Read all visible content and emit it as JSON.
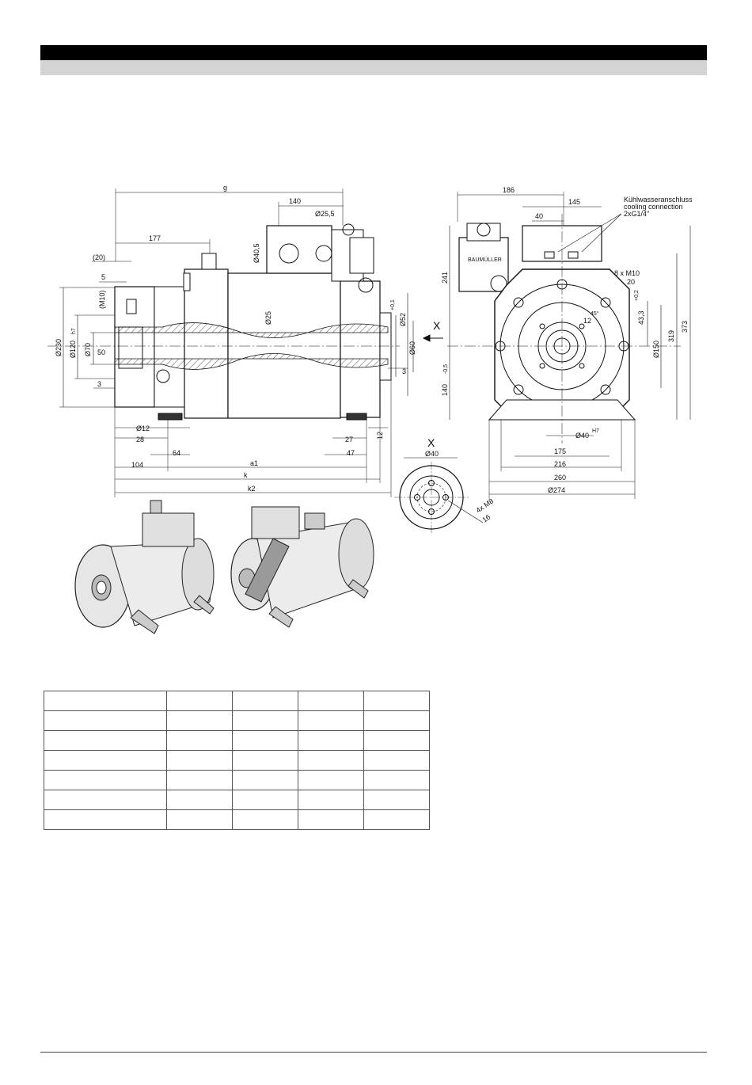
{
  "drawing": {
    "side_view": {
      "dims": {
        "g": "g",
        "d140": "140",
        "d25_5": "Ø25,5",
        "d40_5": "Ø40,5",
        "d177": "177",
        "d20": "(20)",
        "d5": "5",
        "m10": "(M10)",
        "d230": "Ø230",
        "d120": "Ø120",
        "tol120": "h7",
        "d70": "Ø70",
        "d50": "50",
        "d3a": "3",
        "d25": "Ø25",
        "d0_1": "+0,1",
        "d52": "Ø52",
        "d60": "Ø60",
        "d3b": "3",
        "d12a": "Ø12",
        "d28": "28",
        "d64": "64",
        "d27": "27",
        "d12b": "12",
        "d47": "47",
        "d104": "104",
        "a1": "a1",
        "k": "k",
        "k2": "k2",
        "x_label": "X"
      }
    },
    "front_view": {
      "dims": {
        "d186": "186",
        "d145": "145",
        "d40": "40",
        "cooling_de": "Kühlwasseranschluss",
        "cooling_en": "cooling connection",
        "cooling_thread": "2xG1/4\"",
        "d241": "241",
        "m10x8": "8 x M10",
        "depth20": "20",
        "d45": "45°",
        "d12": "12",
        "d43_3": "43,3",
        "tol43": "+0,2",
        "d150": "Ø150",
        "d319": "319",
        "d373": "373",
        "d140": "140",
        "tol140": "-0,5",
        "d40h7": "Ø40",
        "tolh7": "H7",
        "d175": "175",
        "d216": "216",
        "d260": "260",
        "d274": "Ø274",
        "brand": "BAUMÜLLER"
      }
    },
    "detail_x": {
      "title": "X",
      "d40": "Ø40",
      "m8": "4x M8",
      "depth16": "16"
    }
  },
  "table": {
    "rows": [
      [
        "",
        "",
        "",
        "",
        ""
      ],
      [
        "",
        "",
        "",
        "",
        ""
      ],
      [
        "",
        "",
        "",
        "",
        ""
      ],
      [
        "",
        "",
        "",
        "",
        ""
      ],
      [
        "",
        "",
        "",
        "",
        ""
      ],
      [
        "",
        "",
        "",
        "",
        ""
      ],
      [
        "",
        "",
        "",
        "",
        ""
      ]
    ]
  }
}
